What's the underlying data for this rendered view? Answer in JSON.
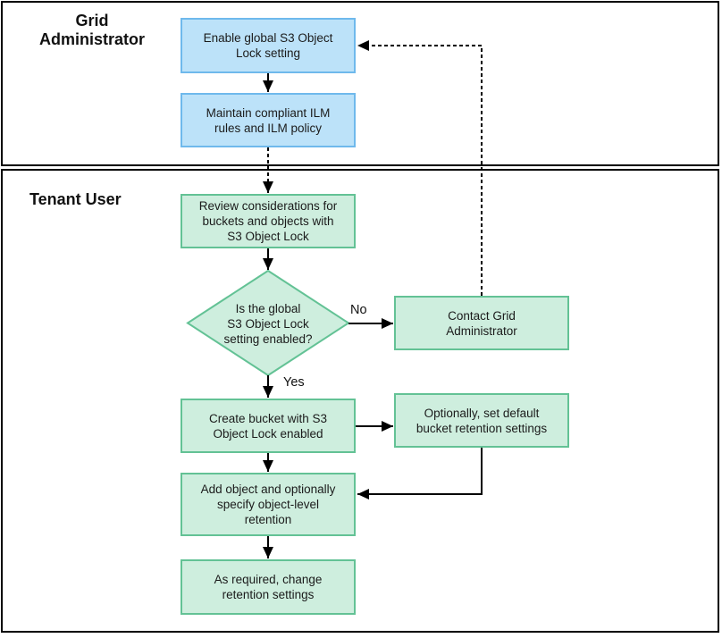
{
  "diagram": {
    "type": "flowchart",
    "lanes": [
      {
        "label": "Grid\nAdministrator"
      },
      {
        "label": "Tenant User"
      }
    ],
    "nodes": {
      "enable_global": {
        "label": "Enable global S3 Object\nLock setting"
      },
      "maintain_ilm": {
        "label": "Maintain compliant ILM\nrules and ILM policy"
      },
      "review_considerations": {
        "label": "Review considerations for\nbuckets and objects with\nS3 Object Lock"
      },
      "decision_global_enabled": {
        "label": "Is the global\nS3 Object Lock\nsetting enabled?"
      },
      "contact_admin": {
        "label": "Contact Grid\nAdministrator"
      },
      "create_bucket": {
        "label": "Create bucket with S3\nObject Lock enabled"
      },
      "default_retention": {
        "label": "Optionally, set default\nbucket retention settings"
      },
      "add_object": {
        "label": "Add object and optionally\nspecify object-level\nretention"
      },
      "change_retention": {
        "label": "As required, change\nretention settings"
      }
    },
    "edge_labels": {
      "no": "No",
      "yes": "Yes"
    },
    "colors": {
      "admin_node_fill": "#BCE2F9",
      "admin_node_border": "#6FB9EC",
      "tenant_node_fill": "#CEEEDE",
      "tenant_node_border": "#63C295",
      "connector": "#000000"
    }
  }
}
